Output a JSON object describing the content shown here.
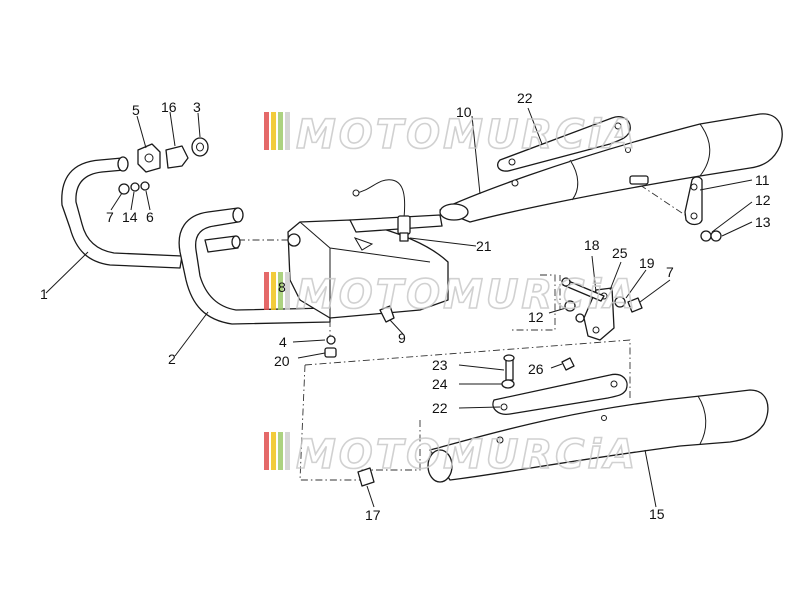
{
  "watermark": {
    "text": "MOTOMURCiA",
    "bar_colors": [
      "#e05050",
      "#f0c419",
      "#9ecb6a",
      "#cfcfcf"
    ]
  },
  "callouts": [
    {
      "id": "1",
      "label": "1"
    },
    {
      "id": "2",
      "label": "2"
    },
    {
      "id": "3",
      "label": "3"
    },
    {
      "id": "4",
      "label": "4"
    },
    {
      "id": "5",
      "label": "5"
    },
    {
      "id": "6",
      "label": "6"
    },
    {
      "id": "7a",
      "label": "7"
    },
    {
      "id": "7b",
      "label": "7"
    },
    {
      "id": "8",
      "label": "8"
    },
    {
      "id": "9",
      "label": "9"
    },
    {
      "id": "10",
      "label": "10"
    },
    {
      "id": "11",
      "label": "11"
    },
    {
      "id": "12a",
      "label": "12"
    },
    {
      "id": "12b",
      "label": "12"
    },
    {
      "id": "13",
      "label": "13"
    },
    {
      "id": "14",
      "label": "14"
    },
    {
      "id": "15",
      "label": "15"
    },
    {
      "id": "16",
      "label": "16"
    },
    {
      "id": "17",
      "label": "17"
    },
    {
      "id": "18",
      "label": "18"
    },
    {
      "id": "19",
      "label": "19"
    },
    {
      "id": "20",
      "label": "20"
    },
    {
      "id": "21",
      "label": "21"
    },
    {
      "id": "22a",
      "label": "22"
    },
    {
      "id": "22b",
      "label": "22"
    },
    {
      "id": "23",
      "label": "23"
    },
    {
      "id": "24",
      "label": "24"
    },
    {
      "id": "25",
      "label": "25"
    },
    {
      "id": "26",
      "label": "26"
    }
  ]
}
